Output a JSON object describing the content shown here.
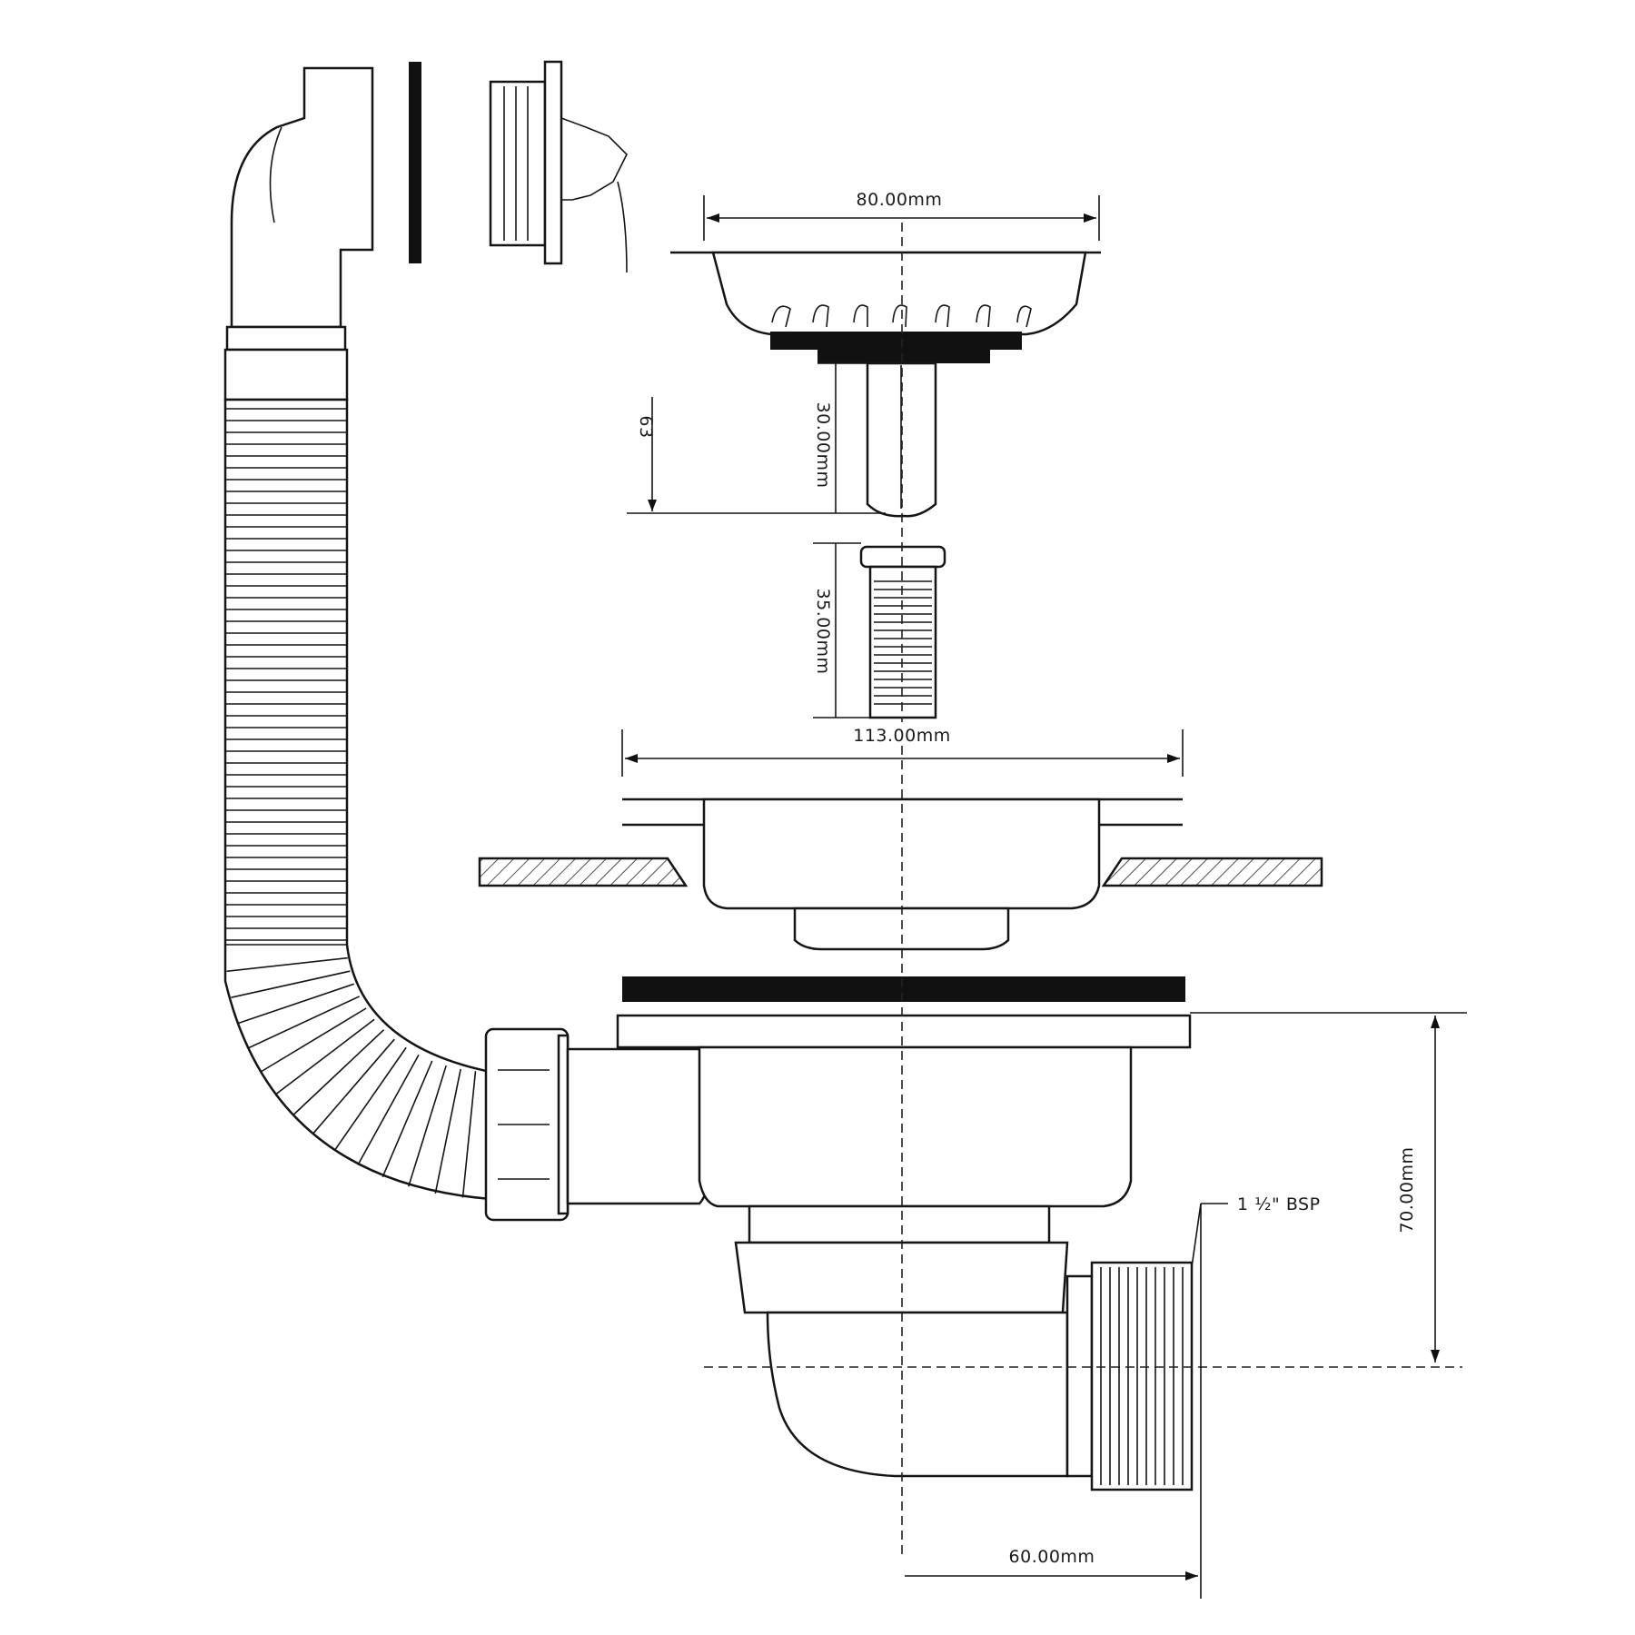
{
  "title": "",
  "dimensions": {
    "strainer_width": "80.00mm",
    "stem_height_short": "63",
    "stem_height": "30.00mm",
    "screw_length": "35.00mm",
    "flange_width": "113.00mm",
    "body_height": "70.00mm",
    "outlet_offset": "60.00mm"
  },
  "labels": {
    "thread": "1 ½\" BSP"
  }
}
